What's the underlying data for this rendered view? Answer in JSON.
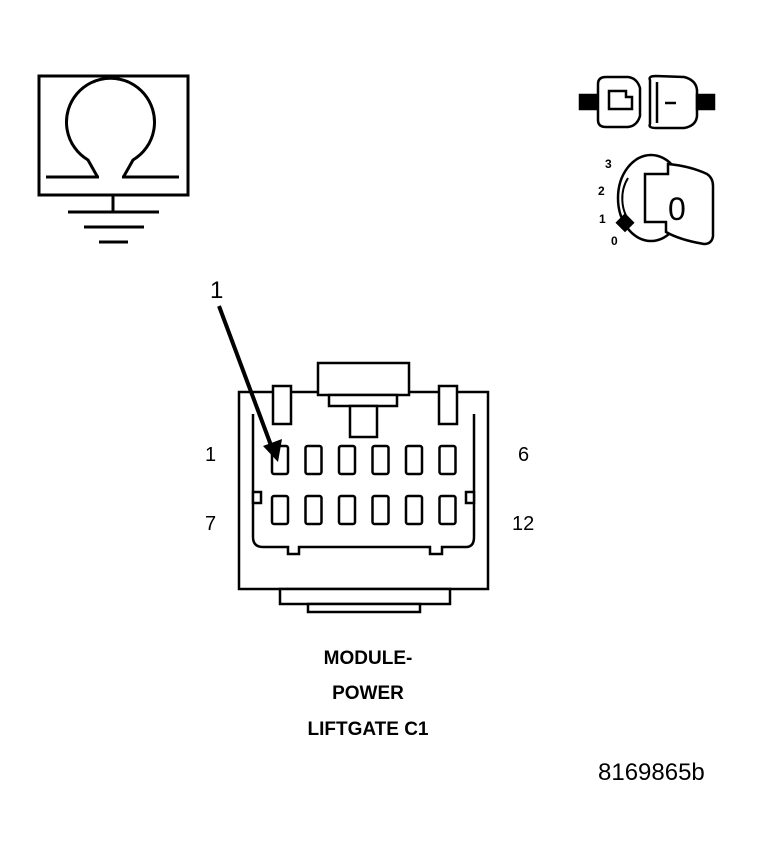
{
  "icons": {
    "ohmmeter": "ohmmeter-ground-icon",
    "connector_disconnect": "connector-disconnect-icon",
    "ignition": "ignition-key-off-icon"
  },
  "ignition_positions": [
    "3",
    "2",
    "1",
    "0"
  ],
  "ignition_key_letter": "0",
  "callout": {
    "label": "1"
  },
  "connector": {
    "pin_labels": {
      "top_left": "1",
      "top_right": "6",
      "bottom_left": "7",
      "bottom_right": "12"
    },
    "rows": 2,
    "cols": 6,
    "title_lines": [
      "MODULE-",
      "POWER",
      "LIFTGATE C1"
    ]
  },
  "figure_id": "8169865b"
}
